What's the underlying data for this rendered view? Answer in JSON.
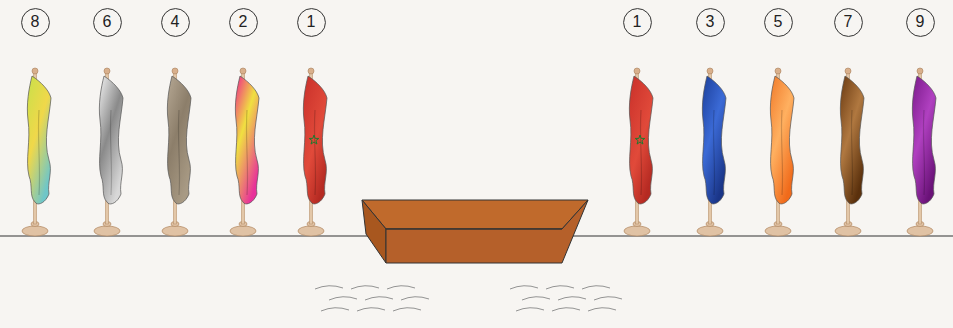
{
  "diagram": {
    "nodes": [
      {
        "text": [
          "8"
        ]
      },
      {
        "text": [
          "6"
        ]
      },
      {
        "text": [
          "4"
        ]
      },
      {
        "text": [
          "2"
        ]
      },
      {
        "text": [
          "1"
        ]
      },
      {
        "text": [
          "1"
        ]
      },
      {
        "text": [
          "3"
        ]
      },
      {
        "text": [
          "5"
        ]
      },
      {
        "text": [
          "7"
        ]
      },
      {
        "text": [
          "9"
        ]
      }
    ]
  }
}
